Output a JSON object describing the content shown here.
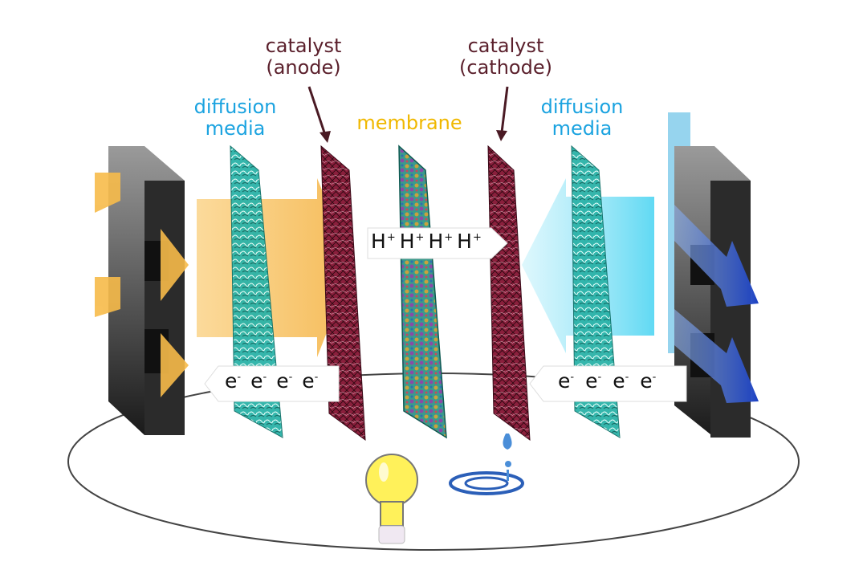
{
  "labels": {
    "catalyst_anode": [
      "catalyst",
      "(anode)"
    ],
    "catalyst_cathode": [
      "catalyst",
      "(cathode)"
    ],
    "diffusion_left": [
      "diffusion",
      "media"
    ],
    "diffusion_right": [
      "diffusion",
      "media"
    ],
    "membrane": "membrane"
  },
  "ions": {
    "proton": "H",
    "proton_charge": "+",
    "electron": "e",
    "electron_charge": "-",
    "proton_count": 4,
    "electron_count_left": 4,
    "electron_count_right": 4
  },
  "colors": {
    "catalyst_text": "#5a1f2b",
    "diffusion_text": "#1ba3e0",
    "membrane_text": "#f0b800",
    "hydrogen_flow": "#f7c260",
    "oxygen_flow": "#5fd7f2",
    "exhaust_flow": "#1e4fc8",
    "diffusion_layer": "#2bb3a8",
    "catalyst_layer": "#8a1f3c"
  }
}
